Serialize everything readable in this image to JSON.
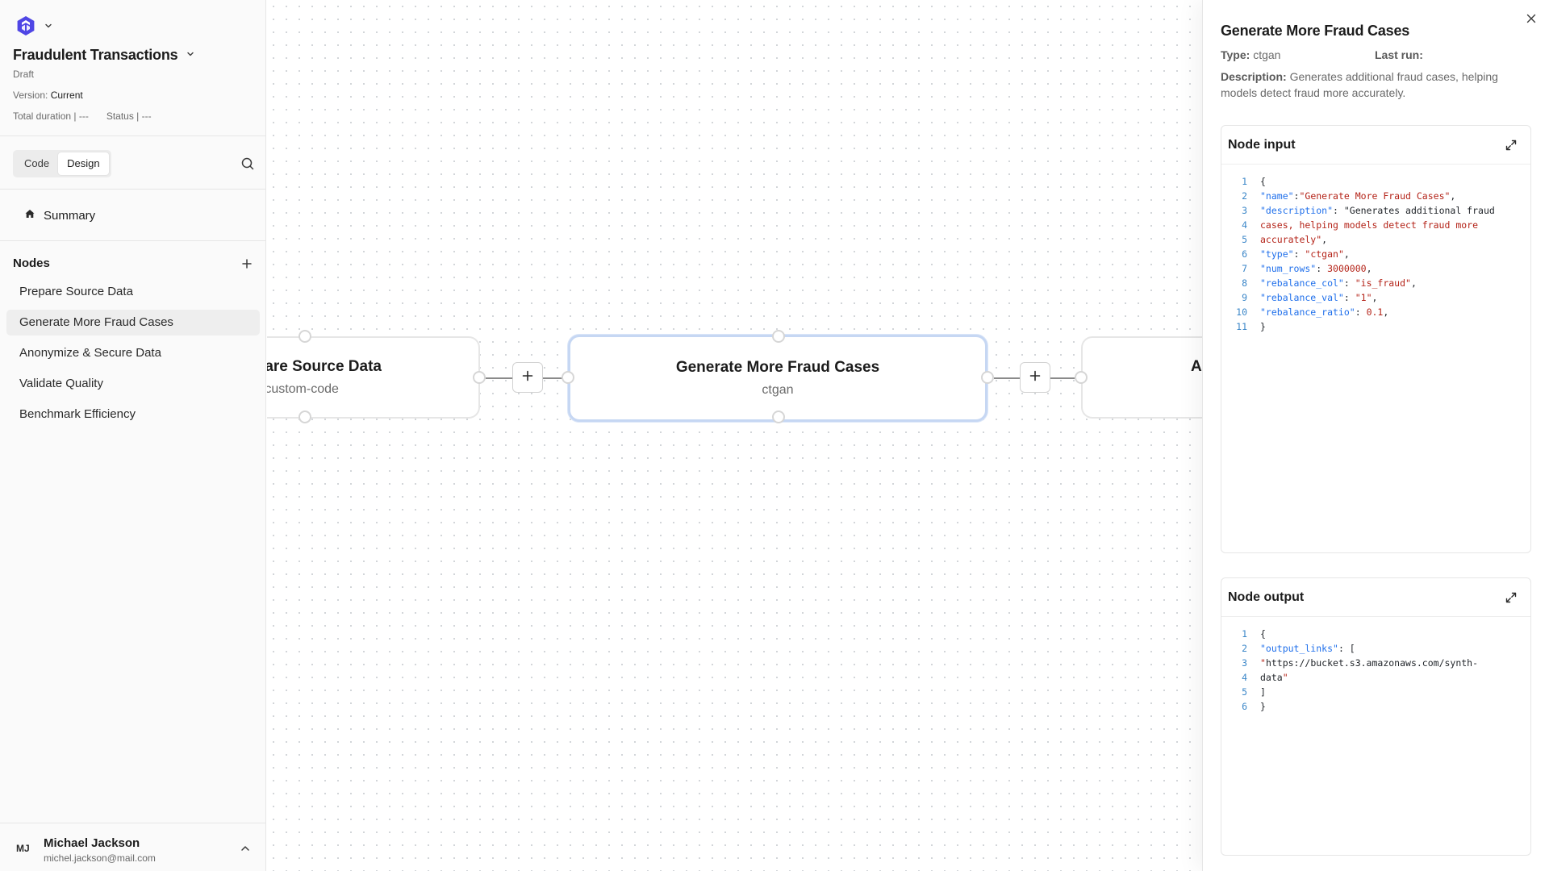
{
  "sidebar": {
    "project_title": "Fraudulent Transactions",
    "state": "Draft",
    "version_label": "Version:",
    "version_value": "Current",
    "total_duration": "Total duration | ---",
    "status": "Status | ---",
    "tabs": {
      "code": "Code",
      "design": "Design"
    },
    "summary_label": "Summary",
    "nodes_heading": "Nodes",
    "nodes": [
      "Prepare Source Data",
      "Generate More Fraud Cases",
      "Anonymize & Secure Data",
      "Validate Quality",
      "Benchmark Efficiency"
    ],
    "active_node": "Generate More Fraud Cases",
    "user": {
      "initials": "MJ",
      "name": "Michael Jackson",
      "email": "michel.jackson@mail.com"
    }
  },
  "canvas": {
    "cards": [
      {
        "title": "are Source Data",
        "subtitle": "custom-code"
      },
      {
        "title": "Generate More Fraud Cases",
        "subtitle": "ctgan"
      },
      {
        "title": "An",
        "subtitle": ""
      }
    ],
    "add_symbol": "+"
  },
  "panel": {
    "title": "Generate More Fraud Cases",
    "type_label": "Type:",
    "type_value": "ctgan",
    "last_run_label": "Last run:",
    "last_run_value": "",
    "description_label": "Description:",
    "description_value": "Generates additional fraud cases, helping models detect fraud more accurately.",
    "node_input_title": "Node input",
    "node_output_title": "Node output",
    "node_input_lines": [
      "1",
      "2",
      "3",
      "4",
      "5",
      "6",
      "7",
      "8",
      "9",
      "10",
      "11"
    ],
    "node_output_lines": [
      "1",
      "2",
      "3",
      "4",
      "5",
      "6"
    ],
    "node_input_code": [
      "{",
      "\"name\":\"Generate More Fraud Cases\",",
      "\"description\": \"Generates additional fraud",
      "cases, helping models detect fraud more",
      "accurately\",",
      "\"type\": \"ctgan\",",
      "\"num_rows\": 3000000,",
      "\"rebalance_col\": \"is_fraud\",",
      "\"rebalance_val\": \"1\",",
      "\"rebalance_ratio\": 0.1,",
      "}"
    ],
    "node_output_code": [
      "{",
      "\"output_links\": [",
      "\"https://bucket.s3.amazonaws.com/synth-",
      "data\"",
      "]",
      "}"
    ]
  },
  "colors": {
    "accent_logo": "#4f46e5",
    "selected_border": "#c6d7f3",
    "code_key": "#1f6feb",
    "code_string": "#b42318",
    "line_number": "#3a86c8"
  },
  "icons": [
    "logo-icon",
    "chevron-down-icon",
    "search-icon",
    "home-icon",
    "plus-icon",
    "chevron-up-icon",
    "close-icon",
    "expand-icon"
  ]
}
